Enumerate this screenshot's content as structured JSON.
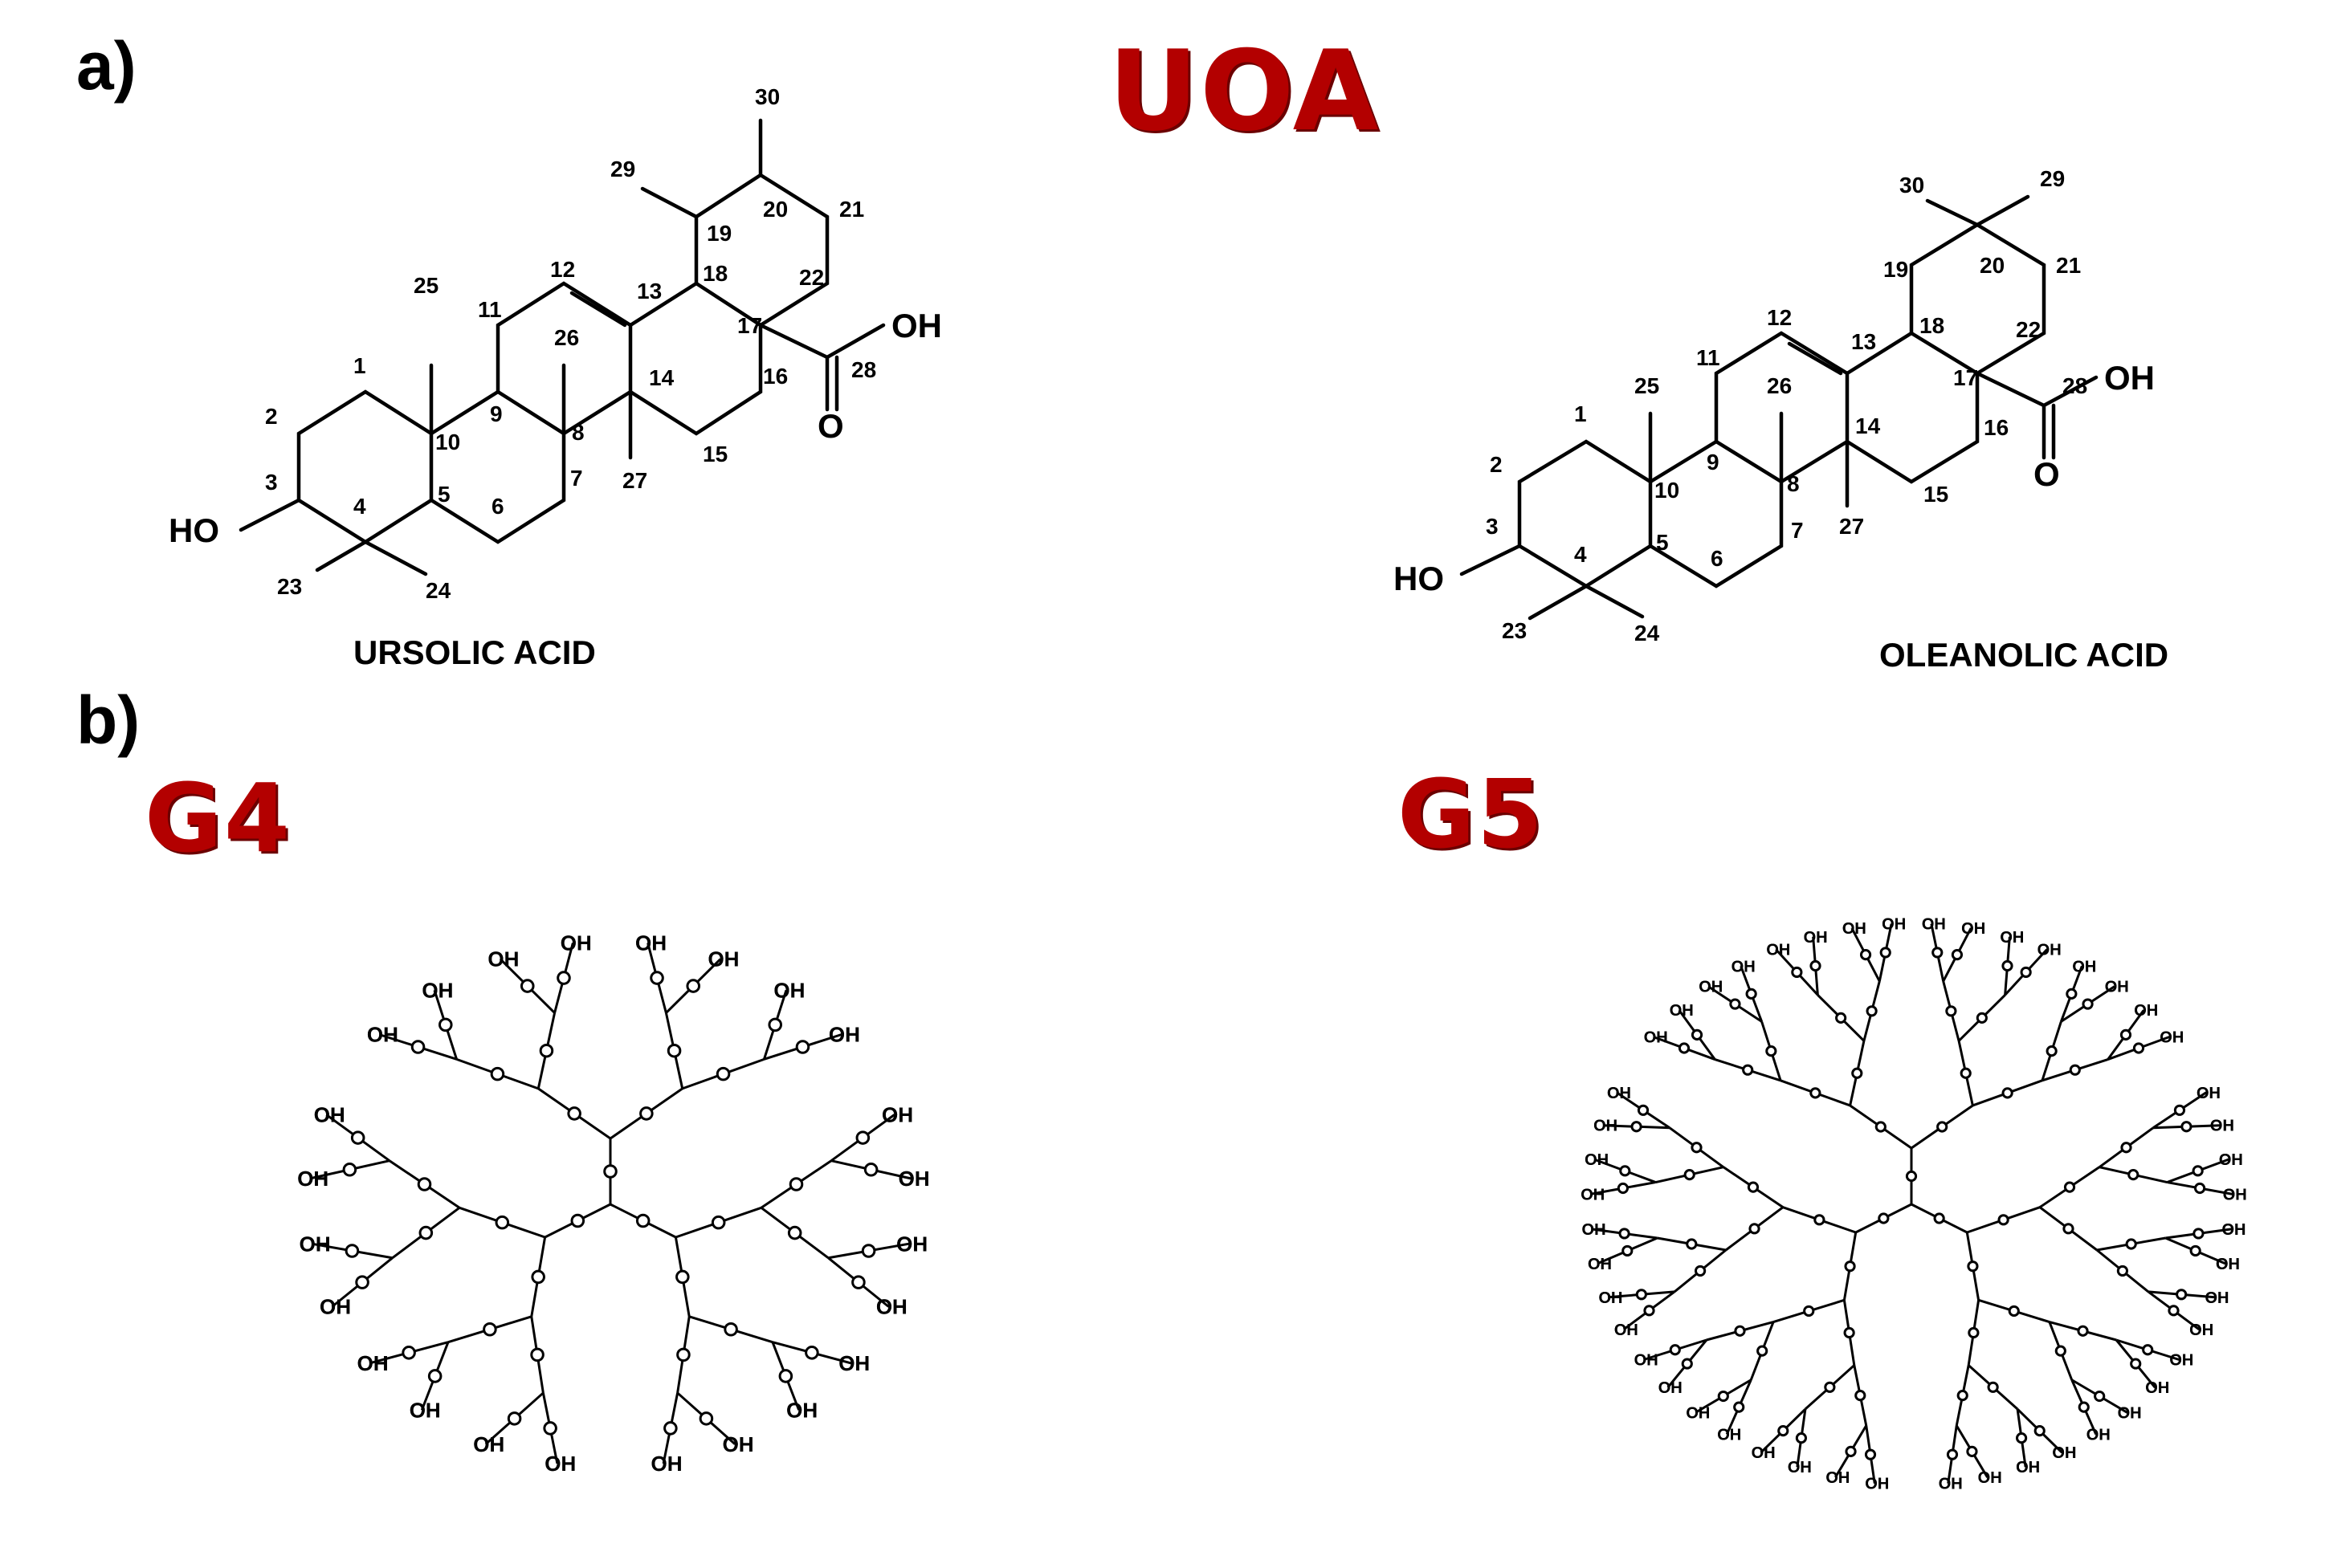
{
  "panels": {
    "a_label": "a)",
    "b_label": "b)"
  },
  "titles": {
    "uoa": "UOA",
    "g4": "G4",
    "g5": "G5"
  },
  "molecules": {
    "ursolic": {
      "name": "URSOLIC ACID",
      "hydroxyl": "HO",
      "acid_oh": "OH",
      "acid_o": "O",
      "numbers": [
        "1",
        "2",
        "3",
        "4",
        "5",
        "6",
        "7",
        "8",
        "9",
        "10",
        "11",
        "12",
        "13",
        "14",
        "15",
        "16",
        "17",
        "18",
        "19",
        "20",
        "21",
        "22",
        "23",
        "24",
        "25",
        "26",
        "27",
        "28",
        "29",
        "30"
      ]
    },
    "oleanolic": {
      "name": "OLEANOLIC ACID",
      "hydroxyl": "HO",
      "acid_oh": "OH",
      "acid_o": "O",
      "numbers": [
        "1",
        "2",
        "3",
        "4",
        "5",
        "6",
        "7",
        "8",
        "9",
        "10",
        "11",
        "12",
        "13",
        "14",
        "15",
        "16",
        "17",
        "18",
        "19",
        "20",
        "21",
        "22",
        "23",
        "24",
        "25",
        "26",
        "27",
        "28",
        "29",
        "30"
      ]
    }
  },
  "dendrimers": {
    "g4": {
      "end_group": "OH"
    },
    "g5": {
      "end_group": "OH"
    }
  }
}
